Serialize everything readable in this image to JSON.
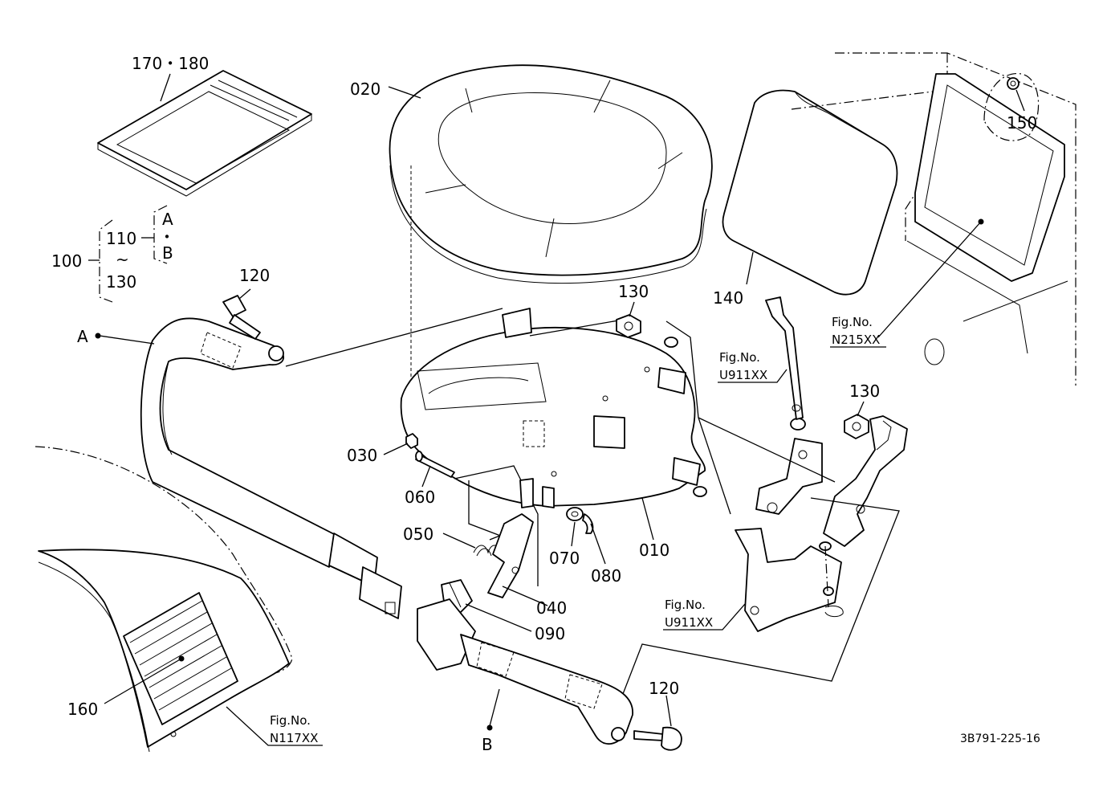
{
  "callouts": {
    "manual": "170・180",
    "seat_cushion": "020",
    "headrest": "140",
    "bolt_150": "150",
    "kit_100": "100",
    "kit_110": "110",
    "kit_tilde": "~",
    "kit_130": "130",
    "kit_a": "A",
    "kit_dot": "・",
    "kit_b": "B",
    "bolt_120_top": "120",
    "belt_a": "A",
    "nut_130_top": "130",
    "nut_130_right": "130",
    "nut_030": "030",
    "pin_060": "060",
    "spring_050": "050",
    "washer_070": "070",
    "clip_080": "080",
    "plate_010": "010",
    "lever_040": "040",
    "knob_090": "090",
    "cover_160": "160",
    "bolt_120_bottom": "120",
    "belt_b": "B"
  },
  "figrefs": {
    "n215_fig": "Fig.No.",
    "n215_num": "N215XX",
    "u911_top_fig": "Fig.No.",
    "u911_top_num": "U911XX",
    "u911_bottom_fig": "Fig.No.",
    "u911_bottom_num": "U911XX",
    "n117_fig": "Fig.No.",
    "n117_num": "N117XX"
  },
  "drawing_id": "3B791-225-16"
}
